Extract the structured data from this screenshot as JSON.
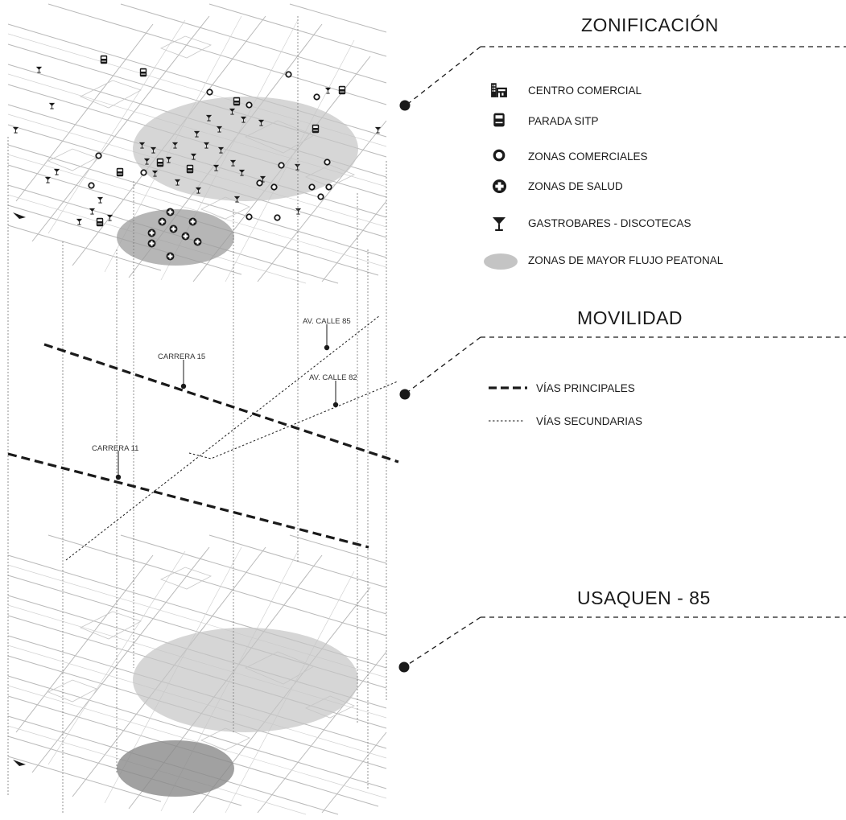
{
  "sections": {
    "zonificacion": {
      "title": "ZONIFICACIÓN"
    },
    "movilidad": {
      "title": "MOVILIDAD"
    },
    "usaquen": {
      "title": "USAQUEN - 85"
    }
  },
  "legend_zonificacion": [
    {
      "icon": "shopping-mall-icon",
      "label": "CENTRO COMERCIAL"
    },
    {
      "icon": "bus-stop-icon",
      "label": "PARADA SITP"
    },
    {
      "icon": "shopping-bag-icon",
      "label": "ZONAS COMERCIALES"
    },
    {
      "icon": "health-cross-icon",
      "label": "ZONAS DE SALUD"
    },
    {
      "icon": "cocktail-glass-icon",
      "label": "GASTROBARES - DISCOTECAS"
    },
    {
      "icon": "pedestrian-flow-zone-icon",
      "label": "ZONAS DE MAYOR FLUJO PEATONAL"
    }
  ],
  "legend_movilidad": [
    {
      "icon": "main-road-line-icon",
      "label": "VÍAS PRINCIPALES"
    },
    {
      "icon": "secondary-road-line-icon",
      "label": "VÍAS SECUNDARIAS"
    }
  ],
  "roads": {
    "carrera_15": "CARRERA 15",
    "carrera_11": "CARRERA 11",
    "av_calle_85": "AV. CALLE 85",
    "av_calle_82": "AV. CALLE 82"
  },
  "colors": {
    "ink": "#1a1a1a",
    "flow_zone": "#c4c4c4",
    "health_zone": "#9e9e9e",
    "usaquen_dark_zone": "#8a8a8a",
    "street": "#b9b9b9"
  }
}
